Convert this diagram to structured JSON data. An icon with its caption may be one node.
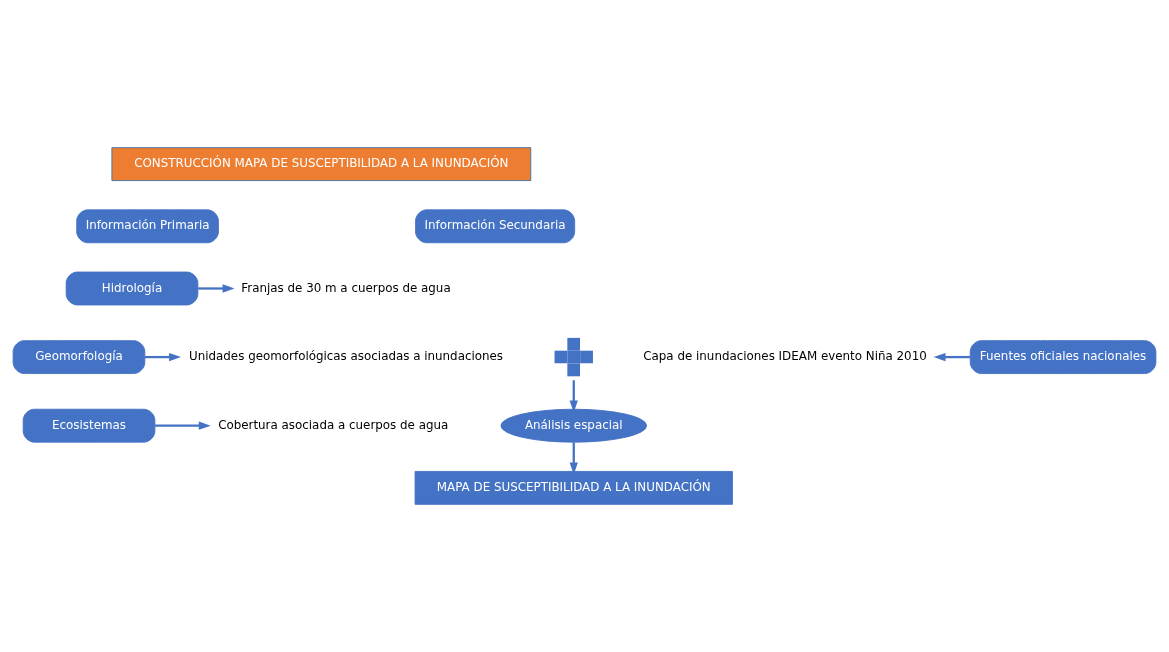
{
  "diagram": {
    "nodes": [
      {
        "text": [
          "CONSTRUCCIÓN MAPA DE SUSCEPTIBILIDAD A LA INUNDACIÓN"
        ]
      },
      {
        "text": [
          "Información Primaria"
        ]
      },
      {
        "text": [
          "Información Secundaria"
        ]
      },
      {
        "text": [
          "Hidrología"
        ]
      },
      {
        "text": [
          "Franjas de 30 m a cuerpos de agua"
        ]
      },
      {
        "text": [
          "Geomorfología"
        ]
      },
      {
        "text": [
          "Unidades geomorfológicas asociadas a inundaciones"
        ]
      },
      {
        "text": [],
        "shape": "cross"
      },
      {
        "text": [
          "Capa de inundaciones IDEAM evento Niña 2010"
        ]
      },
      {
        "text": [
          "Fuentes oficiales nacionales"
        ]
      },
      {
        "text": [
          "Ecosistemas"
        ]
      },
      {
        "text": [
          "Cobertura asociada a cuerpos de agua"
        ]
      },
      {
        "text": [
          "Análisis espacial"
        ]
      },
      {
        "text": [
          "MAPA DE SUSCEPTIBILIDAD A LA INUNDACIÓN"
        ]
      }
    ],
    "edges": [
      {
        "from": 3,
        "to": 4,
        "arrow": "to"
      },
      {
        "from": 5,
        "to": 6,
        "arrow": "to"
      },
      {
        "from": 9,
        "to": 8,
        "arrow": "to"
      },
      {
        "from": 10,
        "to": 11,
        "arrow": "to"
      },
      {
        "from": 7,
        "to": 12,
        "arrow": "to"
      },
      {
        "from": 12,
        "to": 13,
        "arrow": "to"
      }
    ]
  }
}
